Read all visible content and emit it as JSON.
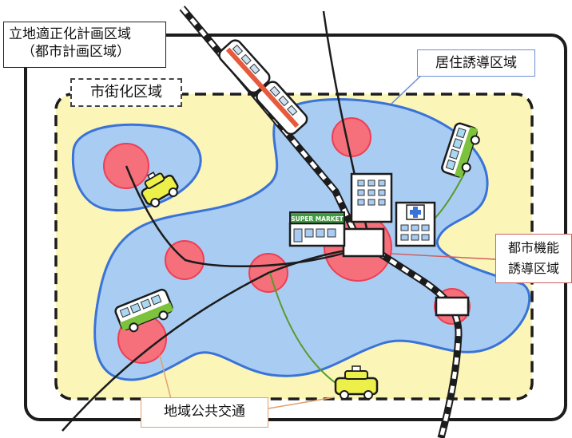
{
  "labels": {
    "location_plan_line1": "立地適正化計画区域",
    "location_plan_line2": "（都市計画区域）",
    "urbanization_area": "市街化区域",
    "residential_area": "居住誘導区域",
    "urban_function_line1": "都市機能",
    "urban_function_line2": "誘導区域",
    "public_transit": "地域公共交通"
  },
  "signs": {
    "supermarket": "SUPER MARKET"
  },
  "colors": {
    "urbanization_fill": "#fbf5b8",
    "residential_fill": "#a9cdf2",
    "residential_border": "#3a73d8",
    "hub_fill": "#f5707a",
    "train_red": "#e85a3c",
    "green_bus": "#7cc23c",
    "taxi_yellow": "#eef04a"
  }
}
